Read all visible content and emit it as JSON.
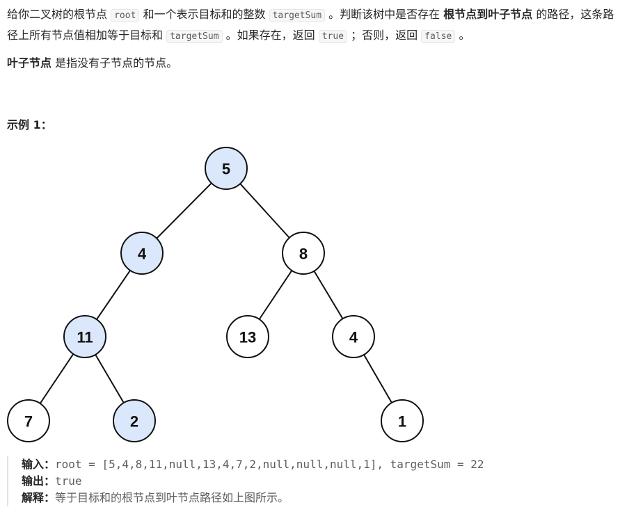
{
  "problem": {
    "line1_a": "给你二叉树的根节点 ",
    "code_root": "root",
    "line1_b": " 和一个表示目标和的整数 ",
    "code_target1": "targetSum",
    "line1_c": " 。判断该树中是否存在 ",
    "bold_path": "根节点到叶子节点",
    "line1_d": " 的路径，这条路径上所有节点值相加等于目标和 ",
    "code_target2": "targetSum",
    "line1_e": " 。如果存在，返回 ",
    "code_true": "true",
    "line1_f": " ；否则，返回 ",
    "code_false": "false",
    "line1_g": " 。",
    "leaf_bold": "叶子节点",
    "leaf_text": " 是指没有子节点的节点。"
  },
  "example": {
    "title": "示例 1：",
    "input_label": "输入：",
    "input_value": "root = [5,4,8,11,null,13,4,7,2,null,null,null,1], targetSum = 22",
    "output_label": "输出：",
    "output_value": "true",
    "explain_label": "解释：",
    "explain_value": "等于目标和的根节点到叶节点路径如上图所示。"
  },
  "tree": {
    "highlight_color": "#dbe8fb",
    "plain_color": "#ffffff",
    "nodes": [
      {
        "id": "n5",
        "value": "5",
        "highlight": true
      },
      {
        "id": "n4a",
        "value": "4",
        "highlight": true
      },
      {
        "id": "n8",
        "value": "8",
        "highlight": false
      },
      {
        "id": "n11",
        "value": "11",
        "highlight": true
      },
      {
        "id": "n13",
        "value": "13",
        "highlight": false
      },
      {
        "id": "n4b",
        "value": "4",
        "highlight": false
      },
      {
        "id": "n7",
        "value": "7",
        "highlight": false
      },
      {
        "id": "n2",
        "value": "2",
        "highlight": true
      },
      {
        "id": "n1",
        "value": "1",
        "highlight": false
      }
    ]
  }
}
